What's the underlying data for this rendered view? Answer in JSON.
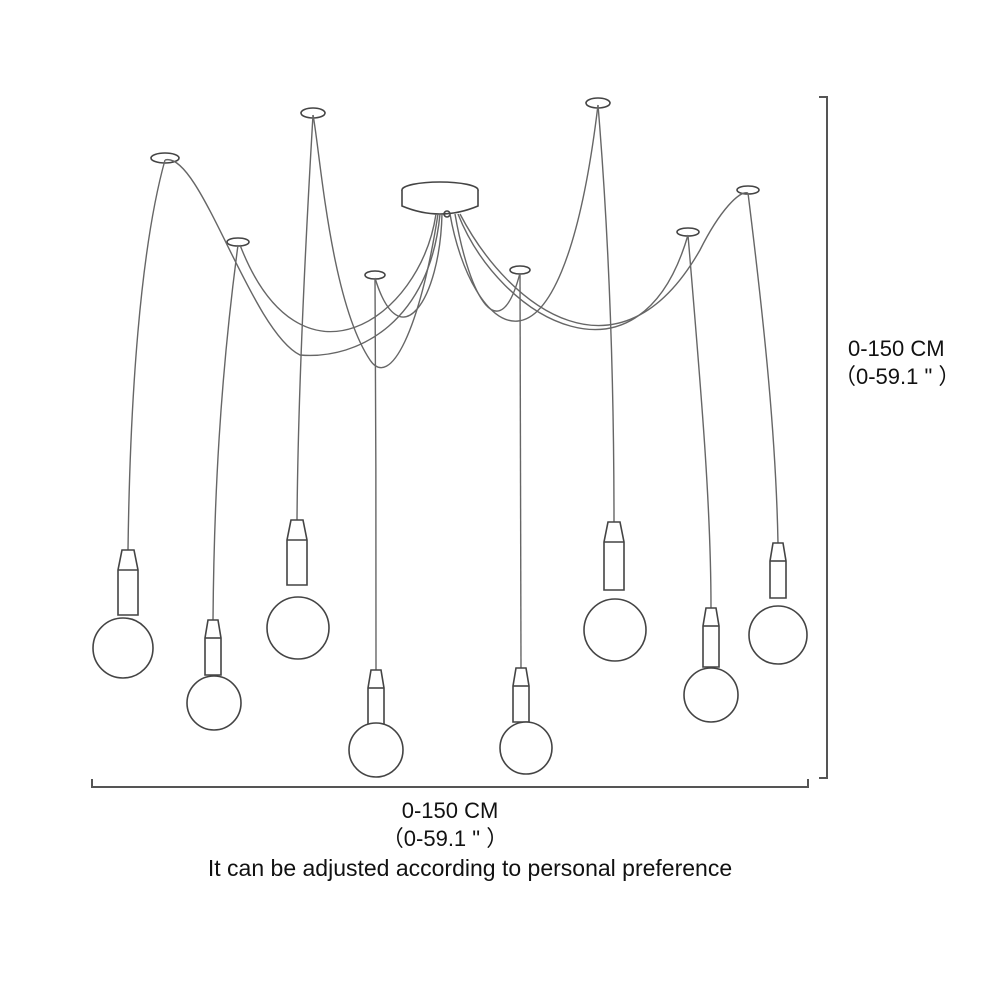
{
  "dimensions": {
    "height_label": "0-150 CM",
    "height_label_inch": "（0-59.1 \" ）",
    "width_label": "0-150 CM",
    "width_label_inch": "（0-59.1 \" ）",
    "note": "It can be adjusted according to personal preference"
  },
  "colors": {
    "line": "#444444",
    "background": "#ffffff"
  },
  "lamp_count": 8
}
